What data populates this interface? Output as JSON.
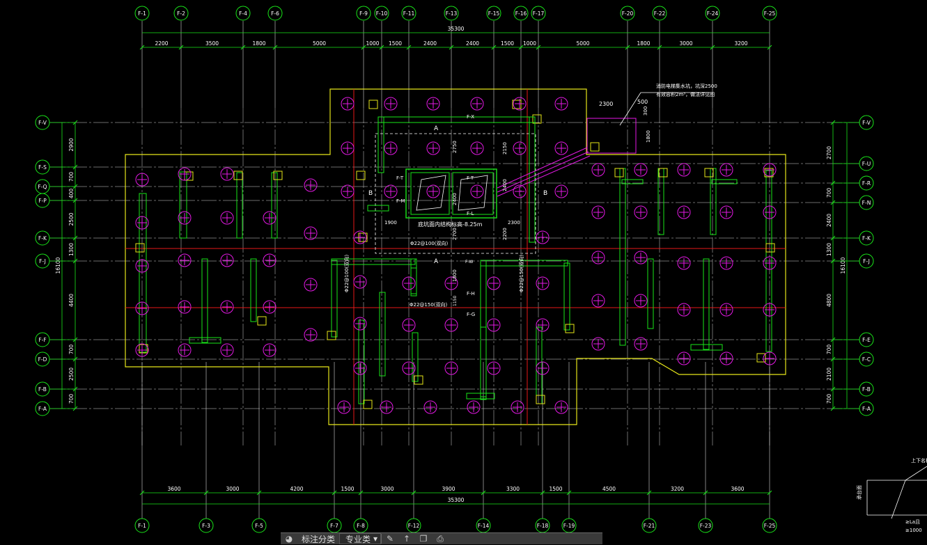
{
  "colors": {
    "background": "#000000",
    "grid_line": "#d8d8d8",
    "axis_green": "#19e619",
    "dim_text": "#ffffff",
    "boundary_yellow": "#e6e619",
    "wall_green": "#19e619",
    "pile_magenta": "#e619e6",
    "beam_red": "#e61919",
    "column_yellow": "#e6e619",
    "dashed_white": "#ffffff",
    "accent_orange": "#e0561b"
  },
  "axes": {
    "top": [
      {
        "label": "F-1"
      },
      {
        "label": "F-2"
      },
      {
        "label": "F-4"
      },
      {
        "label": "F-6"
      },
      {
        "label": "F-9"
      },
      {
        "label": "F-10"
      },
      {
        "label": "F-11"
      },
      {
        "label": "F-13"
      },
      {
        "label": "F-15"
      },
      {
        "label": "F-16"
      },
      {
        "label": "F-17"
      },
      {
        "label": "F-20"
      },
      {
        "label": "F-22"
      },
      {
        "label": "F-24"
      },
      {
        "label": "F-25"
      }
    ],
    "bottom": [
      {
        "label": "F-1"
      },
      {
        "label": "F-3"
      },
      {
        "label": "F-5"
      },
      {
        "label": "F-7"
      },
      {
        "label": "F-8"
      },
      {
        "label": "F-12"
      },
      {
        "label": "F-14"
      },
      {
        "label": "F-18"
      },
      {
        "label": "F-19"
      },
      {
        "label": "F-21"
      },
      {
        "label": "F-23"
      },
      {
        "label": "F-25"
      }
    ],
    "left": [
      {
        "label": "F-V"
      },
      {
        "label": "F-S"
      },
      {
        "label": "F-Q"
      },
      {
        "label": "F-P"
      },
      {
        "label": "F-K"
      },
      {
        "label": "F-J"
      },
      {
        "label": "F-F"
      },
      {
        "label": "F-D"
      },
      {
        "label": "F-B"
      },
      {
        "label": "F-A"
      }
    ],
    "right": [
      {
        "label": "F-V"
      },
      {
        "label": "F-U"
      },
      {
        "label": "F-R"
      },
      {
        "label": "F-N"
      },
      {
        "label": "F-K"
      },
      {
        "label": "F-J"
      },
      {
        "label": "F-E"
      },
      {
        "label": "F-C"
      },
      {
        "label": "F-B"
      },
      {
        "label": "F-A"
      }
    ]
  },
  "dimensions": {
    "top_total": "35300",
    "top_segments": [
      "2200",
      "3500",
      "1800",
      "5000",
      "1000",
      "1500",
      "2400",
      "2400",
      "1500",
      "1000",
      "5000",
      "1800",
      "3000",
      "3200"
    ],
    "bottom_total": "35300",
    "bottom_segments": [
      "3600",
      "3000",
      "4200",
      "1500",
      "3000",
      "3900",
      "3300",
      "1500",
      "4500",
      "3200",
      "3600"
    ],
    "left_total": "16100",
    "left_segments": [
      "2900",
      "700",
      "400",
      "2500",
      "1300",
      "4400",
      "700",
      "2500",
      "700"
    ],
    "right_total": "16100",
    "right_segments": [
      "2700",
      "700",
      "2400",
      "1300",
      "4800",
      "700",
      "2100",
      "700"
    ]
  },
  "annotations": {
    "note_line1": "消防电梯集水坑，坑深2500",
    "note_line2": "有效容积2m³，做法详见图",
    "dim_2300_top": "2300",
    "dim_500": "500",
    "dim_300": "300",
    "dim_1800": "1800",
    "pit_note": "底坑面内结构标高-8.25m",
    "rebar_1": "Φ22@100(双向)",
    "rebar_2": "Φ22@100(双向)",
    "rebar_3": "Φ22@150(双向)",
    "rebar_4": "Φ22@150(双向)",
    "section_a_top": "A",
    "section_a_bottom": "A",
    "section_b_left": "B",
    "section_b_right": "B",
    "dim_2750": "2750",
    "dim_2150": "2150",
    "dim_2400": "2400",
    "dim_1900": "1900",
    "dim_2300_mid": "2300",
    "dim_2700": "2700",
    "dim_2200": "2200",
    "dim_1800_mid": "1800",
    "dim_1150": "1150",
    "dim_2400_inner": "2400",
    "sub_axis_t": "F-T",
    "sub_axis_t2": "F-T",
    "sub_axis_m": "F-M",
    "sub_axis_l": "F-L",
    "sub_axis_h": "F-H",
    "sub_axis_g": "F-G",
    "sub_axis_w": "F-W",
    "sub_axis_x": "F-X"
  },
  "detail_corner": {
    "label_top": "上下名称",
    "label_side": "承台面",
    "label_bottom": "≥La且",
    "label_bottom2": "≥1000"
  },
  "toolbar": {
    "btn_annotate": "标注分类",
    "btn_layer": "专业类"
  }
}
